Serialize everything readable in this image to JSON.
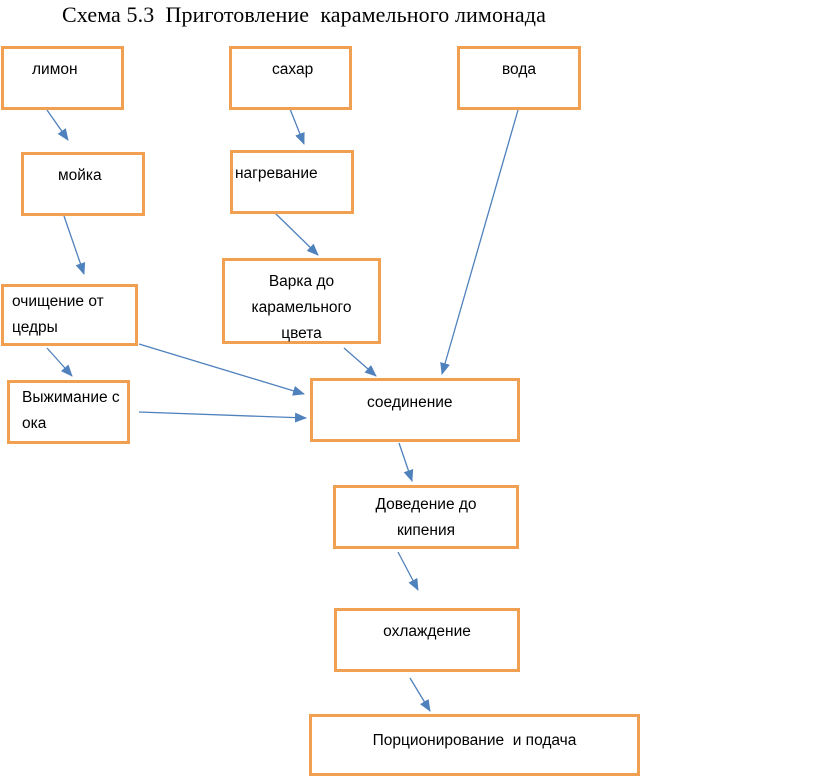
{
  "title": "Схема 5.3  Приготовление  карамельного лимонада",
  "colors": {
    "box_border": "#f0a050",
    "arrow": "#4f81bd",
    "text": "#000000"
  },
  "nodes": {
    "lemon": "лимон",
    "sugar": "сахар",
    "water": "вода",
    "washing": "мойка",
    "heating": "нагревание",
    "peeling": "очищение от цедры",
    "caramel_cooking": "Варка до карамельного цвета",
    "juice_squeezing": "Выжимание сока",
    "combining": "соединение",
    "boiling": "Доведение до кипения",
    "cooling": "охлаждение",
    "portioning": "Порционирование  и подача"
  },
  "edges": [
    [
      "lemon",
      "washing"
    ],
    [
      "washing",
      "peeling"
    ],
    [
      "peeling",
      "juice_squeezing"
    ],
    [
      "peeling",
      "combining"
    ],
    [
      "juice_squeezing",
      "combining"
    ],
    [
      "sugar",
      "heating"
    ],
    [
      "heating",
      "caramel_cooking"
    ],
    [
      "caramel_cooking",
      "combining"
    ],
    [
      "water",
      "combining"
    ],
    [
      "combining",
      "boiling"
    ],
    [
      "boiling",
      "cooling"
    ],
    [
      "cooling",
      "portioning"
    ]
  ]
}
